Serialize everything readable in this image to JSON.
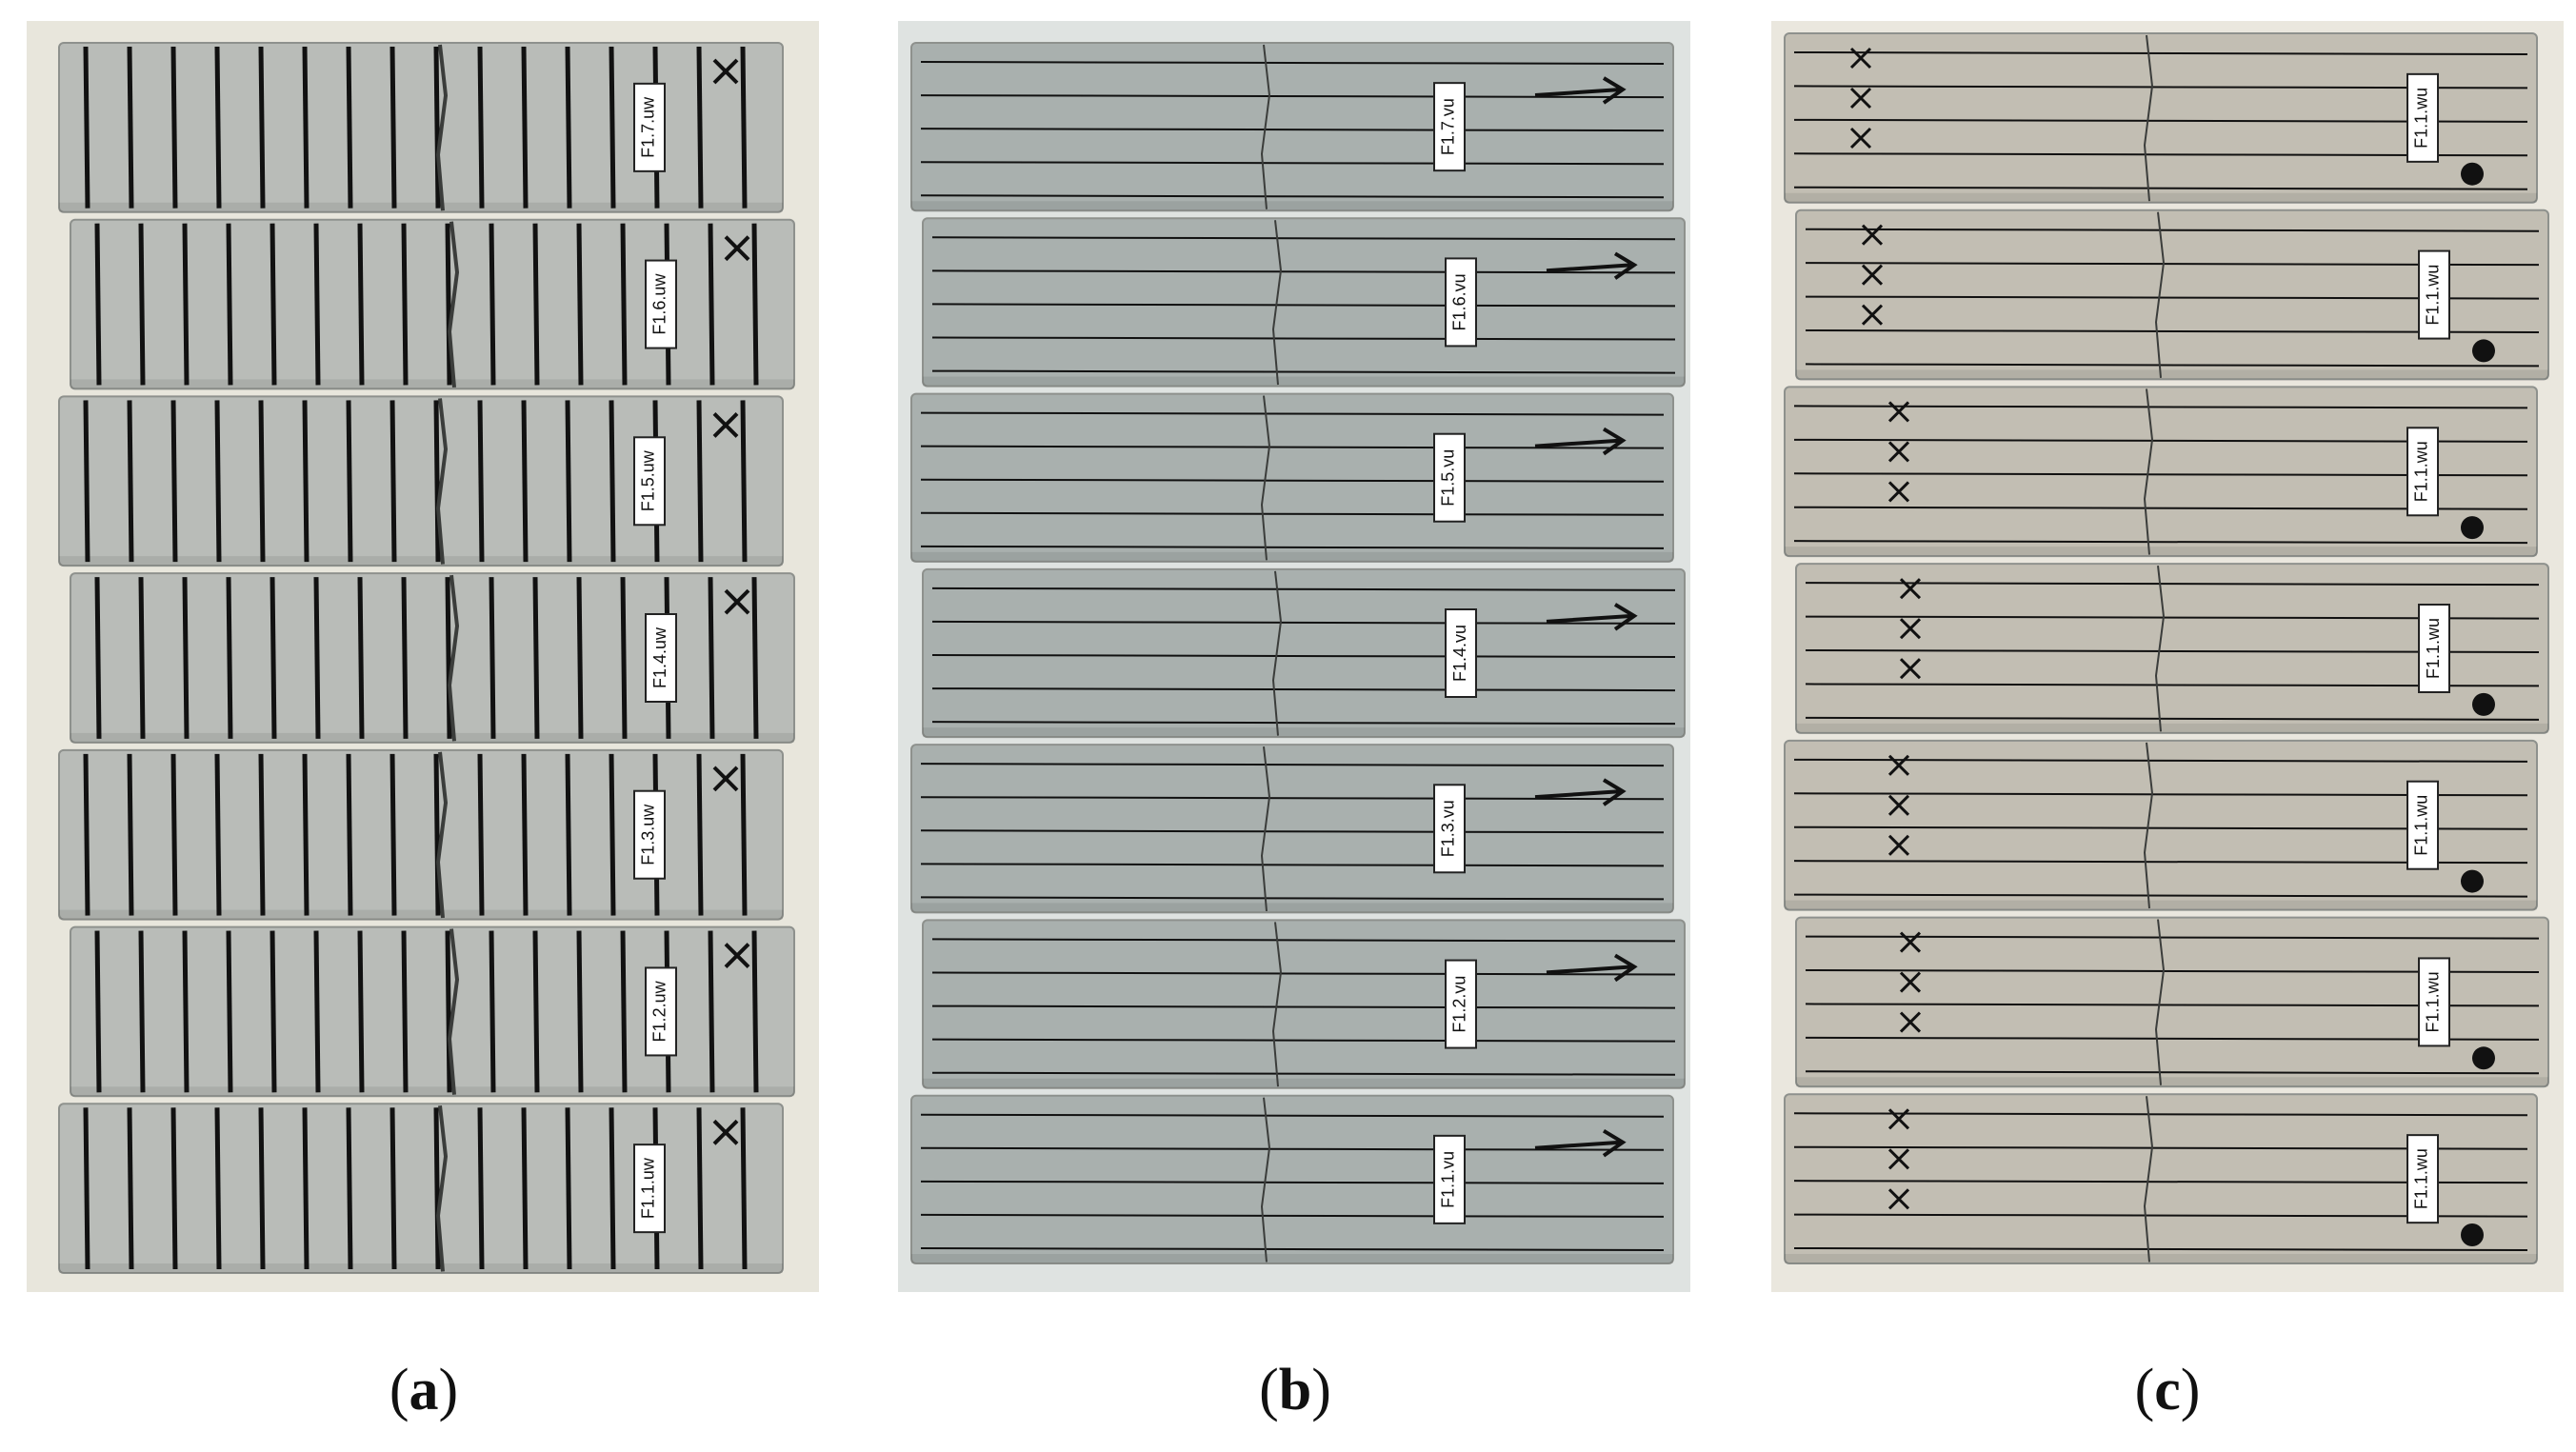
{
  "figure": {
    "panels": [
      {
        "caption_letter": "a",
        "labels": [
          "F1.7.uw",
          "F1.6.uw",
          "F1.5.uw",
          "F1.4.uw",
          "F1.3.uw",
          "F1.2.uw",
          "F1.1.uw"
        ],
        "marker": "X",
        "line_direction": "vertical"
      },
      {
        "caption_letter": "b",
        "labels": [
          "F1.7.vu",
          "F1.6.vu",
          "F1.5.vu",
          "F1.4.vu",
          "F1.3.vu",
          "F1.2.vu",
          "F1.1.vu"
        ],
        "marker": "arrow",
        "line_direction": "horizontal"
      },
      {
        "caption_letter": "c",
        "labels": [
          "F1.1.wu",
          "F1.1.wu",
          "F1.1.wu",
          "F1.1.wu",
          "F1.1.wu",
          "F1.1.wu",
          "F1.1.wu"
        ],
        "marker": "dot",
        "line_direction": "horizontal"
      }
    ],
    "colors": {
      "concrete_a": "#b9bcb8",
      "concrete_b": "#a9b0ae",
      "concrete_c": "#c2beb3",
      "line_ink": "#111111",
      "tray_a": "#e8e6dc",
      "tray_b": "#dfe3e1",
      "tray_c": "#eae7de"
    }
  }
}
